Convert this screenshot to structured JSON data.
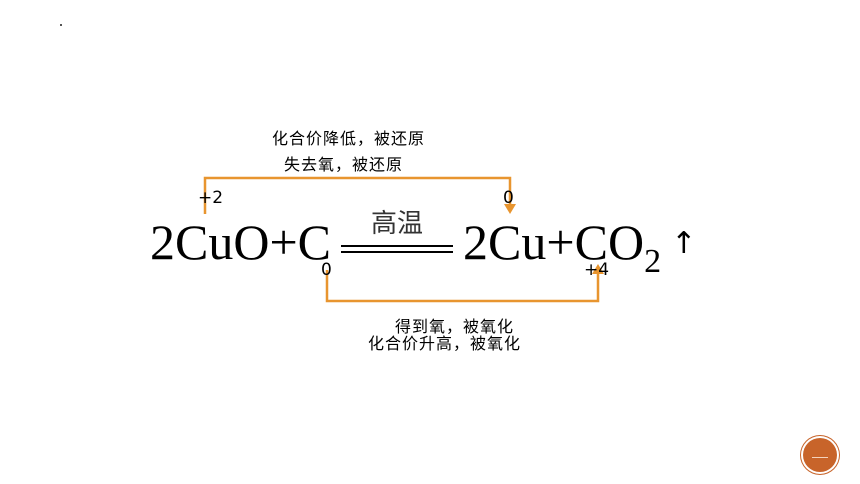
{
  "annotations": {
    "reduction_line1": "化合价降低，被还原",
    "reduction_line2": "失去氧，被还原",
    "oxidation_line1": "得到氧，被氧化",
    "oxidation_line2": "化合价升高，被氧化"
  },
  "oxidation_states": {
    "cu_in_cuo": "+2",
    "cu_product": "0",
    "c_reactant": "0",
    "c_in_co2": "+4"
  },
  "equation": {
    "reactant_1": "2CuO",
    "plus_1": "+",
    "reactant_2": "C",
    "condition": "高温",
    "product_1": "2Cu",
    "plus_2": "+",
    "product_2": "CO",
    "product_2_subscript": "2",
    "gas_arrow": "↑"
  },
  "colors": {
    "bracket": "#e8952f",
    "page_badge": "#c8642a"
  }
}
